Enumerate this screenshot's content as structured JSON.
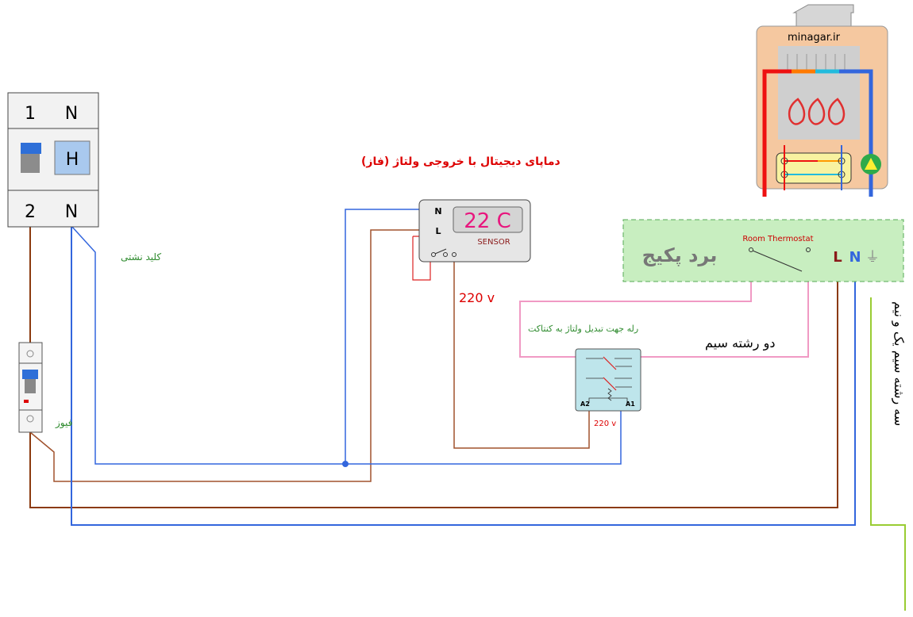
{
  "breaker": {
    "top_left": "1",
    "top_right": "N",
    "handle": "H",
    "bottom_left": "2",
    "bottom_right": "N"
  },
  "labels": {
    "main_switch": "کلید نشتی",
    "fuse": "فیوز",
    "thermostat_title": "دماپای دیجیتال با خروجی ولتاژ (فاز)",
    "voltage1": "220 v",
    "relay_caption": "رله جهت تبدیل ولتاژ به کنتاکت",
    "relay_voltage": "220 v",
    "two_wire": "دو رشته سیم",
    "three_wire": "سه رشته سیم یک و نیم"
  },
  "thermostat": {
    "n": "N",
    "l": "L",
    "display": "22 C",
    "sensor": "SENSOR"
  },
  "board": {
    "title": "برد پکیج",
    "room_thermostat": "Room Thermostat",
    "l": "L",
    "n": "N",
    "ground": "⏚"
  },
  "relay": {
    "a2": "A2",
    "a1": "A1"
  },
  "boiler": {
    "brand": "minagar.ir"
  },
  "colors": {
    "live": "#8B3A0F",
    "neutral": "#3366DD",
    "signal": "#F09AC4",
    "earth": "#99CC33",
    "title_red": "#DD0000",
    "green_text": "#2E8B2E"
  }
}
